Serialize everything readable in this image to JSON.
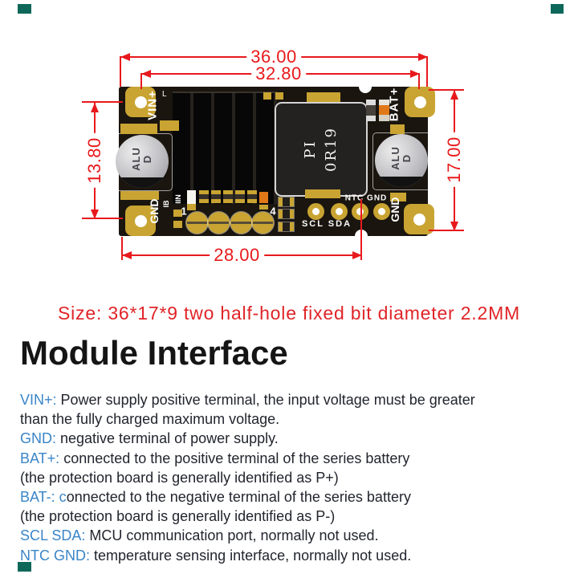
{
  "diagram": {
    "dimensions": {
      "width_outer": "36.00",
      "width_holes": "32.80",
      "height_left": "13.80",
      "height_right": "17.00",
      "width_bottom": "28.00"
    },
    "board_labels": {
      "vin": "VIN+",
      "l_mark": "L",
      "bat": "BAT+",
      "gnd_left": "GND",
      "gnd_right": "GND",
      "ib": "IB",
      "iin": "IIN",
      "pin1": "1",
      "pin4": "4",
      "scl_sda": "SCL SDA",
      "ntc_gnd": "NTC GND",
      "inductor_line1": "PI",
      "inductor_line2": "0R19",
      "cap_line1": "ALU",
      "cap_line2": "D"
    },
    "colors": {
      "dimension_red": "#e8191c",
      "board_black": "#1a150f",
      "pad_gold": "#c9a432"
    }
  },
  "size_note": {
    "text": "Size: 36*17*9 two half-hole fixed bit diameter 2.2MM",
    "color": "#e02428"
  },
  "heading": {
    "text": "Module Interface"
  },
  "interface": {
    "accent_color": "#3a85c8",
    "lines": [
      {
        "prefix": "VIN+:",
        "text": " Power supply positive terminal, the input voltage must be greater"
      },
      {
        "prefix": "",
        "text": "than the fully charged maximum voltage."
      },
      {
        "prefix": "GND:",
        "text": " negative terminal of power supply."
      },
      {
        "prefix": "BAT+:",
        "text": " connected to the positive terminal of the series battery"
      },
      {
        "prefix": "",
        "text": "(the protection board is generally identified as P+)"
      },
      {
        "prefix": "BAT-: c",
        "text": "onnected to the negative terminal of the series battery"
      },
      {
        "prefix": "",
        "text": "(the protection board is generally identified as P-)"
      },
      {
        "prefix": "SCL SDA:",
        "text": " MCU communication port, normally not used."
      },
      {
        "prefix": "NTC GND:",
        "text": " temperature sensing interface, normally not used."
      }
    ]
  }
}
